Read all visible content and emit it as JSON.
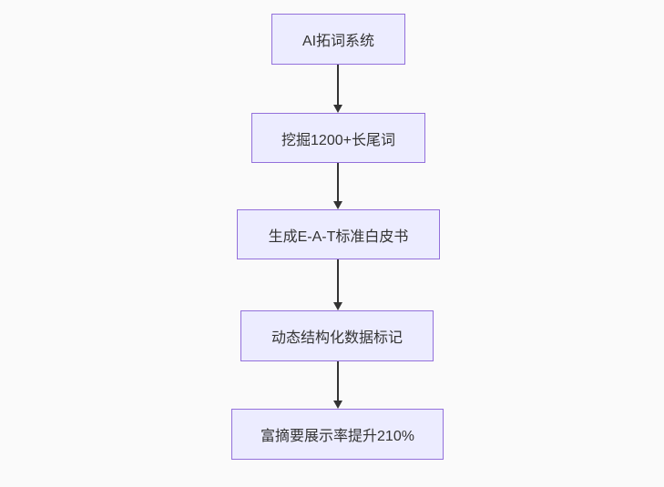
{
  "diagram": {
    "type": "flowchart",
    "direction": "top-down",
    "nodes": [
      {
        "id": "A",
        "label": "AI拓词系统"
      },
      {
        "id": "B",
        "label": "挖掘1200+长尾词"
      },
      {
        "id": "C",
        "label": "生成E-A-T标准白皮书"
      },
      {
        "id": "D",
        "label": "动态结构化数据标记"
      },
      {
        "id": "E",
        "label": "富摘要展示率提升210%"
      }
    ],
    "edges": [
      {
        "from": "A",
        "to": "B",
        "style": "arrow"
      },
      {
        "from": "B",
        "to": "C",
        "style": "arrow"
      },
      {
        "from": "C",
        "to": "D",
        "style": "arrow"
      },
      {
        "from": "D",
        "to": "E",
        "style": "arrow"
      }
    ],
    "colors": {
      "node_fill": "#ECECFF",
      "node_border": "#9370DB",
      "edge": "#333333",
      "text": "#333333",
      "background": "#fafafa"
    }
  }
}
